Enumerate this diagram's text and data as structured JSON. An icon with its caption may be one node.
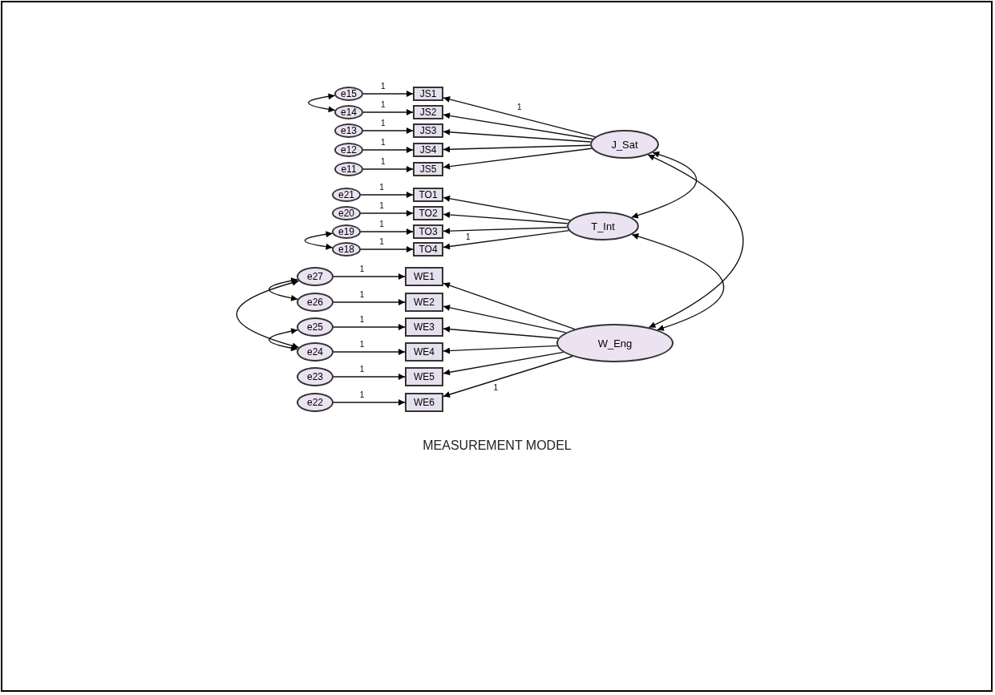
{
  "diagram": {
    "caption": "MEASUREMENT MODEL",
    "nodes": [
      {
        "text": [
          "e15"
        ]
      },
      {
        "text": [
          "JS1"
        ]
      },
      {
        "text": [
          "e14"
        ]
      },
      {
        "text": [
          "JS2"
        ]
      },
      {
        "text": [
          "e13"
        ]
      },
      {
        "text": [
          "JS3"
        ]
      },
      {
        "text": [
          "e12"
        ]
      },
      {
        "text": [
          "JS4"
        ]
      },
      {
        "text": [
          "e11"
        ]
      },
      {
        "text": [
          "JS5"
        ]
      },
      {
        "text": [
          "e21"
        ]
      },
      {
        "text": [
          "TO1"
        ]
      },
      {
        "text": [
          "e20"
        ]
      },
      {
        "text": [
          "TO2"
        ]
      },
      {
        "text": [
          "e19"
        ]
      },
      {
        "text": [
          "TO3"
        ]
      },
      {
        "text": [
          "e18"
        ]
      },
      {
        "text": [
          "TO4"
        ]
      },
      {
        "text": [
          "e27"
        ]
      },
      {
        "text": [
          "WE1"
        ]
      },
      {
        "text": [
          "e26"
        ]
      },
      {
        "text": [
          "WE2"
        ]
      },
      {
        "text": [
          "e25"
        ]
      },
      {
        "text": [
          "WE3"
        ]
      },
      {
        "text": [
          "e24"
        ]
      },
      {
        "text": [
          "WE4"
        ]
      },
      {
        "text": [
          "e23"
        ]
      },
      {
        "text": [
          "WE5"
        ]
      },
      {
        "text": [
          "e22"
        ]
      },
      {
        "text": [
          "WE6"
        ]
      },
      {
        "text": [
          "J_Sat"
        ]
      },
      {
        "text": [
          "T_Int"
        ]
      },
      {
        "text": [
          "W_Eng"
        ]
      }
    ],
    "edges": [
      {
        "from": 0,
        "to": 1,
        "arrow": "to",
        "label": "1"
      },
      {
        "from": 2,
        "to": 3,
        "arrow": "to",
        "label": "1"
      },
      {
        "from": 4,
        "to": 5,
        "arrow": "to",
        "label": "1"
      },
      {
        "from": 6,
        "to": 7,
        "arrow": "to",
        "label": "1"
      },
      {
        "from": 8,
        "to": 9,
        "arrow": "to",
        "label": "1"
      },
      {
        "from": 10,
        "to": 11,
        "arrow": "to",
        "label": "1"
      },
      {
        "from": 12,
        "to": 13,
        "arrow": "to",
        "label": "1"
      },
      {
        "from": 14,
        "to": 15,
        "arrow": "to",
        "label": "1"
      },
      {
        "from": 16,
        "to": 17,
        "arrow": "to",
        "label": "1"
      },
      {
        "from": 18,
        "to": 19,
        "arrow": "to",
        "label": "1"
      },
      {
        "from": 20,
        "to": 21,
        "arrow": "to",
        "label": "1"
      },
      {
        "from": 22,
        "to": 23,
        "arrow": "to",
        "label": "1"
      },
      {
        "from": 24,
        "to": 25,
        "arrow": "to",
        "label": "1"
      },
      {
        "from": 26,
        "to": 27,
        "arrow": "to",
        "label": "1"
      },
      {
        "from": 28,
        "to": 29,
        "arrow": "to",
        "label": "1"
      },
      {
        "from": 30,
        "to": 1,
        "arrow": "to",
        "label": "1"
      },
      {
        "from": 30,
        "to": 3,
        "arrow": "to"
      },
      {
        "from": 30,
        "to": 5,
        "arrow": "to"
      },
      {
        "from": 30,
        "to": 7,
        "arrow": "to"
      },
      {
        "from": 30,
        "to": 9,
        "arrow": "to"
      },
      {
        "from": 31,
        "to": 11,
        "arrow": "to"
      },
      {
        "from": 31,
        "to": 13,
        "arrow": "to"
      },
      {
        "from": 31,
        "to": 15,
        "arrow": "to",
        "label": "1"
      },
      {
        "from": 31,
        "to": 17,
        "arrow": "to"
      },
      {
        "from": 32,
        "to": 19,
        "arrow": "to"
      },
      {
        "from": 32,
        "to": 21,
        "arrow": "to"
      },
      {
        "from": 32,
        "to": 23,
        "arrow": "to"
      },
      {
        "from": 32,
        "to": 25,
        "arrow": "to"
      },
      {
        "from": 32,
        "to": 27,
        "arrow": "to"
      },
      {
        "from": 32,
        "to": 29,
        "arrow": "to",
        "label": "1"
      },
      {
        "from": 0,
        "to": 2,
        "arrow": "both"
      },
      {
        "from": 14,
        "to": 16,
        "arrow": "both"
      },
      {
        "from": 18,
        "to": 20,
        "arrow": "both"
      },
      {
        "from": 22,
        "to": 24,
        "arrow": "both"
      },
      {
        "from": 18,
        "to": 24,
        "arrow": "both"
      },
      {
        "from": 30,
        "to": 31,
        "arrow": "both"
      },
      {
        "from": 31,
        "to": 32,
        "arrow": "both"
      },
      {
        "from": 30,
        "to": 32,
        "arrow": "both"
      }
    ]
  }
}
